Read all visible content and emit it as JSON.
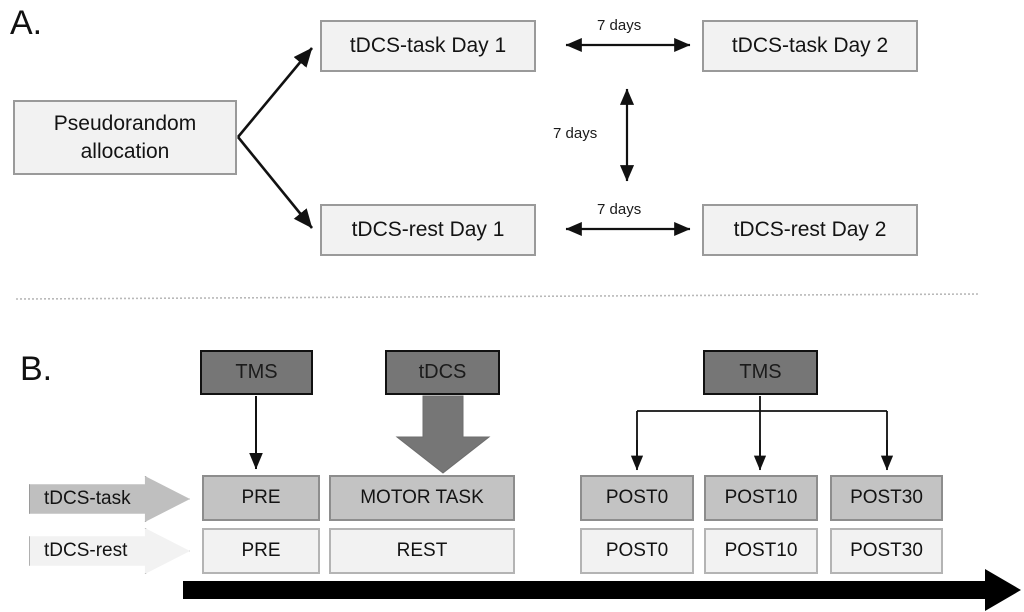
{
  "figure": {
    "panels": [
      {
        "letter": "A."
      },
      {
        "letter": "B."
      }
    ]
  },
  "panel_a": {
    "letter": "A.",
    "allocation_box": {
      "line1": "Pseudorandom",
      "line2": "allocation"
    },
    "sessions": [
      {
        "day1": "tDCS-task  Day 1",
        "day2": "tDCS-task  Day 2",
        "interval": "7 days"
      },
      {
        "day1": "tDCS-rest  Day 1",
        "day2": "tDCS-rest  Day 2",
        "interval": "7 days"
      }
    ],
    "between_groups_interval": "7 days",
    "divider": "dotted-separator"
  },
  "panel_b": {
    "letter": "B.",
    "stimulus_boxes": [
      {
        "label": "TMS",
        "target": "PRE"
      },
      {
        "label": "tDCS",
        "target": "MOTOR TASK"
      },
      {
        "label": "TMS",
        "target": "POST0 / POST10 / POST30"
      }
    ],
    "groups": [
      {
        "tag": "tDCS-task",
        "blocks": [
          "PRE",
          "MOTOR TASK",
          "POST0",
          "POST10",
          "POST30"
        ]
      },
      {
        "tag": "tDCS-rest",
        "blocks": [
          "PRE",
          "REST",
          "POST0",
          "POST10",
          "POST30"
        ]
      }
    ],
    "timeline": "time-arrow"
  },
  "colors": {
    "stimulus_fill": "#767676",
    "task_row_fill": "#c3c3c3",
    "rest_row_fill": "#f2f2f2",
    "box_fill_a": "#f2f2f2",
    "box_border_a": "#9a9a9a",
    "timeline": "#000000"
  }
}
